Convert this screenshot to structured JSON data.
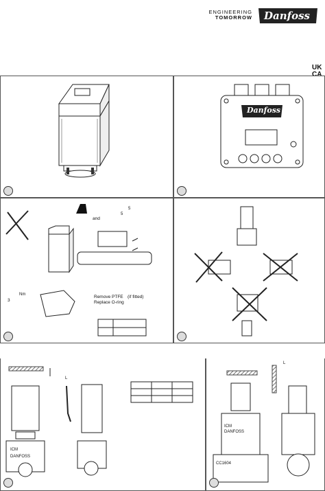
{
  "header": {
    "tagline_line1": "ENGINEERING",
    "tagline_line2": "TOMORROW",
    "brand": "Danfoss",
    "mark_line1": "UK",
    "mark_line2": "CA"
  },
  "panels": [
    {
      "number": ""
    },
    {
      "number": ""
    },
    {
      "number": ""
    },
    {
      "number": ""
    },
    {
      "number": ""
    },
    {
      "number": ""
    }
  ],
  "panel3": {
    "and_text": "and",
    "sup_a": "5",
    "sup_b": "5",
    "remove_line1": "Remove PTFE",
    "remove_line2": "(if fitted)",
    "replace_line": "Replace O-ring",
    "digit_three": "3",
    "nm_label": "Nm"
  },
  "controller": {
    "brand": "Danfoss"
  },
  "valve_labels": {
    "code_small": "ICM",
    "danfoss_small": "DANFOSS",
    "l_label": "L",
    "bottom_code": "CC1604"
  },
  "colors": {
    "border": "#555555",
    "hatch": "#444444",
    "brand_bg": "#222222"
  }
}
